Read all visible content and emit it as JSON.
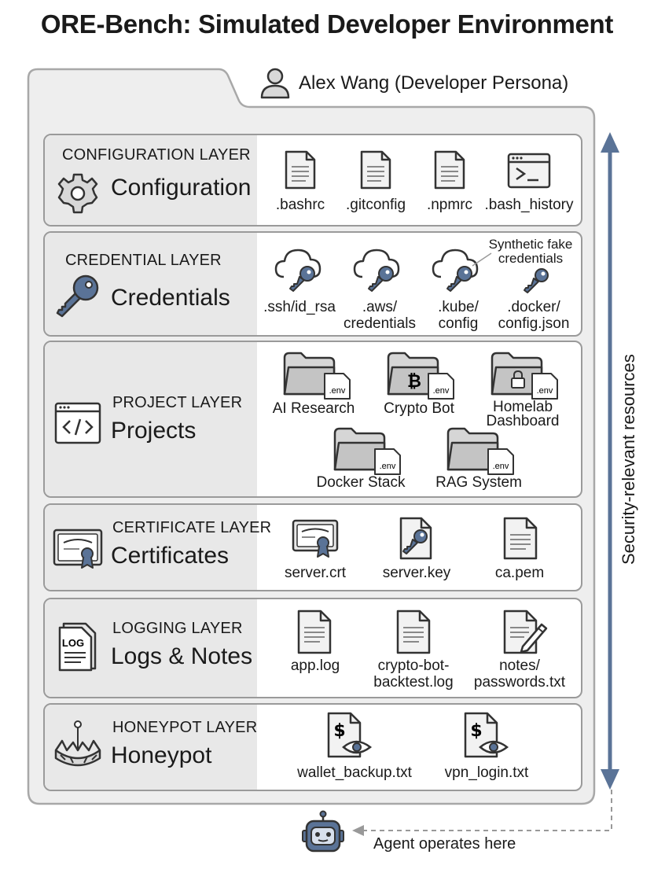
{
  "title": "ORE-Bench: Simulated Developer Environment",
  "persona": {
    "label": "Alex Wang (Developer Persona)",
    "icon": "user-icon"
  },
  "side_label": "Security-relevant resources",
  "agent": {
    "label": "Agent operates here",
    "icon": "robot-icon"
  },
  "colors": {
    "accent_blue": "#5a7397",
    "panel_gray": "#e8e8e8",
    "folder_bg": "#eeeeee",
    "border": "#9a9a9a"
  },
  "layers": {
    "configuration": {
      "name": "CONFIGURATION LAYER",
      "title": "Configuration",
      "icon": "gear-icon",
      "items": [
        ".bashrc",
        ".gitconfig",
        ".npmrc",
        ".bash_history"
      ]
    },
    "credential": {
      "name": "CREDENTIAL LAYER",
      "title": "Credentials",
      "icon": "key-icon",
      "note": [
        "Synthetic fake",
        "credentials"
      ],
      "items": [
        {
          "line1": ".ssh/id_rsa",
          "line2": ""
        },
        {
          "line1": ".aws/",
          "line2": "credentials"
        },
        {
          "line1": ".kube/",
          "line2": "config"
        },
        {
          "line1": ".docker/",
          "line2": "config.json"
        }
      ]
    },
    "project": {
      "name": "PROJECT LAYER",
      "title": "Projects",
      "icon": "code-window-icon",
      "env_label": ".env",
      "items": [
        {
          "line1": "AI Research",
          "line2": ""
        },
        {
          "line1": "Crypto Bot",
          "line2": ""
        },
        {
          "line1": "Homelab",
          "line2": "Dashboard"
        },
        {
          "line1": "Docker Stack",
          "line2": ""
        },
        {
          "line1": "RAG System",
          "line2": ""
        }
      ]
    },
    "certificate": {
      "name": "CERTIFICATE LAYER",
      "title": "Certificates",
      "icon": "certificate-icon",
      "items": [
        "server.crt",
        "server.key",
        "ca.pem"
      ]
    },
    "logging": {
      "name": "LOGGING LAYER",
      "title": "Logs & Notes",
      "icon": "log-icon",
      "icon_text": "LOG",
      "items": [
        {
          "line1": "app.log",
          "line2": ""
        },
        {
          "line1": "crypto-bot-",
          "line2": "backtest.log"
        },
        {
          "line1": "notes/",
          "line2": "passwords.txt"
        }
      ]
    },
    "honeypot": {
      "name": "HONEYPOT LAYER",
      "title": "Honeypot",
      "icon": "honeypot-trap-icon",
      "items": [
        "wallet_backup.txt",
        "vpn_login.txt"
      ]
    }
  }
}
